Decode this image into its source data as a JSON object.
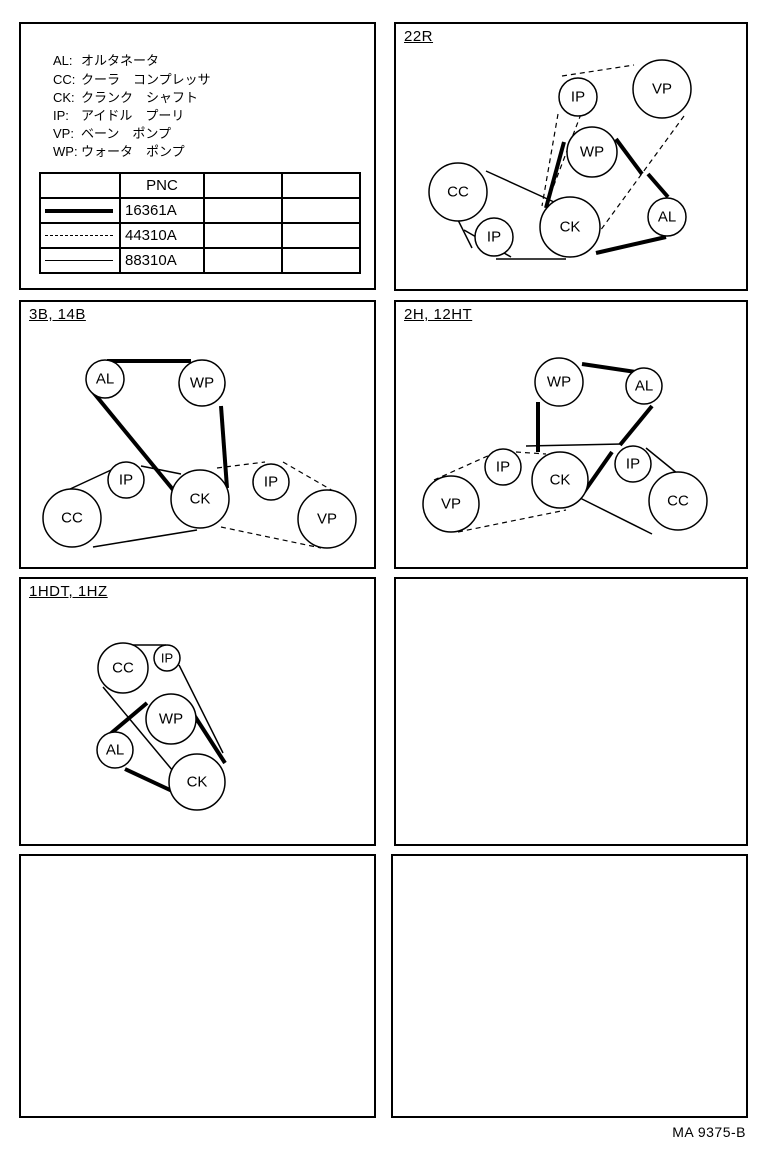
{
  "legend": {
    "items": [
      {
        "code": "AL:",
        "name": "オルタネータ"
      },
      {
        "code": "CC:",
        "name": "クーラ　コンプレッサ"
      },
      {
        "code": "CK:",
        "name": "クランク　シャフト"
      },
      {
        "code": "IP:",
        "name": "アイドル　プーリ"
      },
      {
        "code": "VP:",
        "name": "ベーン　ポンプ"
      },
      {
        "code": "WP:",
        "name": "ウォータ　ポンプ"
      }
    ],
    "table": {
      "header": "PNC",
      "rows": [
        {
          "style": "thick",
          "pnc": "16361A"
        },
        {
          "style": "dashed",
          "pnc": "44310A"
        },
        {
          "style": "thin",
          "pnc": "88310A"
        }
      ]
    }
  },
  "diagrams": {
    "d22r": {
      "title": "22R",
      "pulleys": [
        "IP",
        "VP",
        "WP",
        "CC",
        "CK",
        "AL",
        "IP"
      ]
    },
    "d3b": {
      "title": "3B, 14B",
      "pulleys": [
        "AL",
        "WP",
        "IP",
        "IP",
        "CK",
        "CC",
        "VP"
      ]
    },
    "d2h": {
      "title": "2H, 12HT",
      "pulleys": [
        "WP",
        "AL",
        "IP",
        "CK",
        "IP",
        "VP",
        "CC"
      ]
    },
    "d1hdt": {
      "title": "1HDT, 1HZ",
      "pulleys": [
        "CC",
        "IP",
        "WP",
        "AL",
        "CK"
      ]
    }
  },
  "footer": "MA 9375-B"
}
